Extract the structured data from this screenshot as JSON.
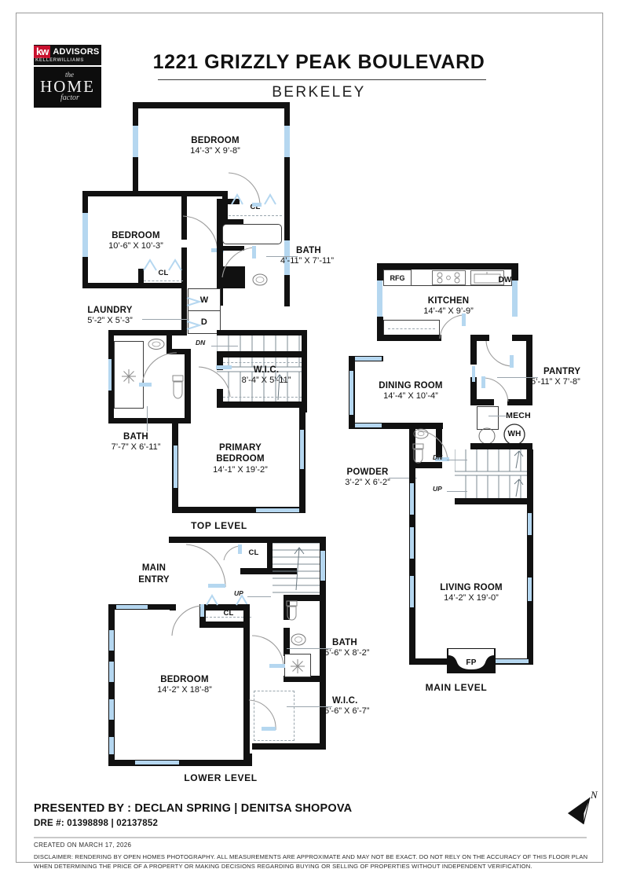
{
  "header": {
    "brand_primary": "kw",
    "brand_primary_suffix": "ADVISORS",
    "brand_primary_sub": "KELLERWILLIAMS",
    "brand_secondary_the": "the",
    "brand_secondary_name": "HOME",
    "brand_secondary_factor": "factor",
    "title": "1221 GRIZZLY PEAK BOULEVARD",
    "subtitle": "BERKELEY"
  },
  "levels": [
    {
      "id": "top-level",
      "label": "TOP LEVEL"
    },
    {
      "id": "main-level",
      "label": "MAIN LEVEL"
    },
    {
      "id": "lower-level",
      "label": "LOWER LEVEL"
    }
  ],
  "top_level": {
    "rooms": [
      {
        "name": "BEDROOM",
        "dim": "14’-3” X 9’-8”"
      },
      {
        "name": "BEDROOM",
        "dim": "10’-6” X 10’-3”"
      },
      {
        "name": "BATH",
        "dim": "4’-11” X 7’-11”"
      },
      {
        "name": "LAUNDRY",
        "dim": "5’-2” X 5’-3”"
      },
      {
        "name": "BATH",
        "dim": "7’-7” X 6’-11”"
      },
      {
        "name": "W.I.C.",
        "dim": "8’-4” X 5’-11”"
      },
      {
        "name": "PRIMARY BEDROOM",
        "dim": "14’-1” X 19’-2”"
      }
    ],
    "closet_label": "CL",
    "washer": "W",
    "dryer": "D",
    "stair_down": "DN",
    "primary_line1": "PRIMARY",
    "primary_line2": "BEDROOM"
  },
  "main_level": {
    "rooms": [
      {
        "name": "KITCHEN",
        "dim": "14’-4” X 9’-9”"
      },
      {
        "name": "DINING ROOM",
        "dim": "14’-4” X 10’-4”"
      },
      {
        "name": "PANTRY",
        "dim": "5’-11” X 7’-8”"
      },
      {
        "name": "POWDER",
        "dim": "3’-2” X 6’-2”"
      },
      {
        "name": "LIVING ROOM",
        "dim": "14’-2” X 19’-0”"
      }
    ],
    "appliances": {
      "fridge": "RFG",
      "dishwasher": "DW",
      "mech": "MECH",
      "water_heater": "WH",
      "fireplace": "FP"
    },
    "stair_down": "DN",
    "stair_up": "UP"
  },
  "lower_level": {
    "rooms": [
      {
        "name": "BEDROOM",
        "dim": "14’-2” X 18’-8”"
      },
      {
        "name": "BATH",
        "dim": "5’-6” X 8’-2”"
      },
      {
        "name": "W.I.C.",
        "dim": "5’-6” X 6’-7”"
      }
    ],
    "entry_line1": "MAIN",
    "entry_line2": "ENTRY",
    "closet_label": "CL",
    "stair_up": "UP"
  },
  "footer": {
    "presented_by": "PRESENTED BY : DECLAN SPRING | DENITSA SHOPOVA",
    "dre": "DRE #: 01398898 | 02137852",
    "created": "CREATED ON MARCH 17, 2026",
    "disclaimer": "DISCLAIMER: RENDERING BY OPEN HOMES PHOTOGRAPHY. ALL MEASUREMENTS ARE APPROXIMATE AND MAY NOT BE EXACT. DO NOT RELY ON THE ACCURACY OF THIS FLOOR PLAN WHEN DETERMINING THE PRICE OF A PROPERTY OR MAKING DECISIONS REGARDING BUYING OR SELLING OF PROPERTIES WITHOUT INDEPENDENT VERIFICATION.",
    "compass": "N"
  },
  "colors": {
    "wall": "#111111",
    "window": "#b5d7f0",
    "accent_red": "#c8102e",
    "leader": "#9aa4ac",
    "rule": "#c9c9c9"
  }
}
